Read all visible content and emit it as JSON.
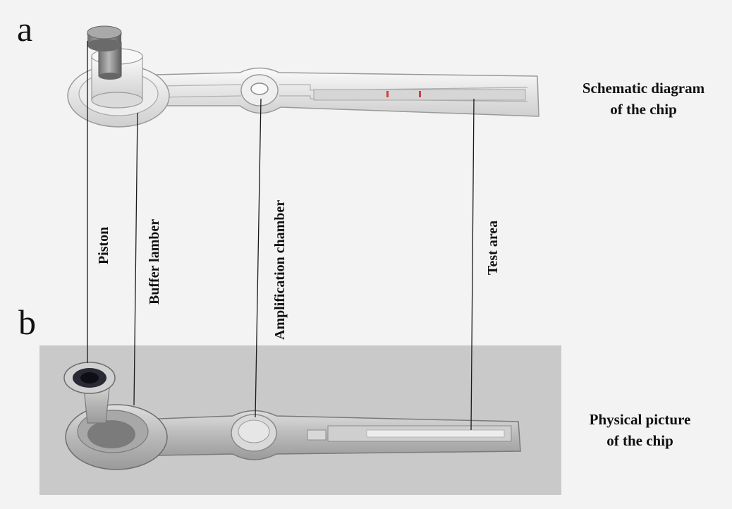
{
  "panels": {
    "a": {
      "letter": "a",
      "caption_line1": "Schematic diagram",
      "caption_line2": "of the chip"
    },
    "b": {
      "letter": "b",
      "caption_line1": "Physical picture",
      "caption_line2": "of the chip"
    }
  },
  "labels": {
    "piston": "Piston",
    "buffer": "Buffer lamber",
    "amplification": "Amplification chamber",
    "test": "Test area"
  },
  "colors": {
    "background": "#f3f3f3",
    "photo_background": "#c9c9c9",
    "leader_line": "#1a1a1a",
    "test_mark": "#d04040"
  }
}
